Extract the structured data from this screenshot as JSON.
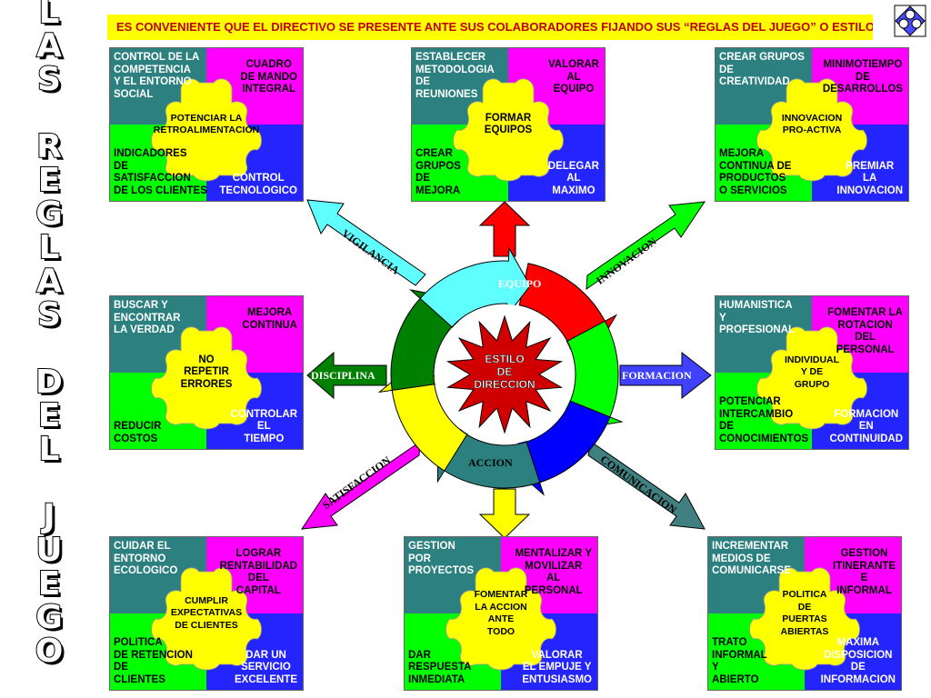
{
  "title_letters": [
    "L",
    "A",
    "S",
    "",
    "R",
    "E",
    "G",
    "L",
    "A",
    "S",
    "",
    "D",
    "E",
    "L",
    "",
    "J",
    "U",
    "E",
    "G",
    "O"
  ],
  "banner": "ES CONVENIENTE QUE EL DIRECTIVO SE PRESENTE ANTE SUS COLABORADORES FIJANDO SUS “REGLAS DEL JUEGO” O ESTILO DE DIRECCION",
  "colors": {
    "teal": "#2c8080",
    "magenta": "#ff00ff",
    "green": "#00ff00",
    "blue": "#2424ff",
    "yellow": "#ffff00",
    "red": "#ff0000",
    "cyan": "#60ffff",
    "dark_green": "#008000",
    "title_red": "#c00000"
  },
  "puzzles": [
    {
      "id": "vigilancia",
      "tl": "CONTROL DE LA\nCOMPETENCIA\nY EL ENTORNO\nSOCIAL",
      "tr": "CUADRO\nDE MANDO\nINTEGRAL",
      "bl": "INDICADORES\nDE\nSATISFACCION\nDE LOS CLIENTES",
      "br": "CONTROL\nTECNOLOGICO",
      "center": "POTENCIAR LA\nRETROALIMENTACION"
    },
    {
      "id": "equipo",
      "tl": "ESTABLECER\nMETODOLOGIA\nDE\nREUNIONES",
      "tr": "VALORAR\nAL\nEQUIPO",
      "bl": "CREAR\nGRUPOS\nDE\nMEJORA",
      "br": "DELEGAR\nAL\nMAXIMO",
      "center": "FORMAR\nEQUIPOS"
    },
    {
      "id": "innovacion",
      "tl": "CREAR GRUPOS\nDE\nCREATIVIDAD",
      "tr": "MINIMOTIEMPO\nDE\nDESARROLLOS",
      "bl": "MEJORA\nCONTINUA DE\nPRODUCTOS\nO SERVICIOS",
      "br": "PREMIAR\nLA\nINNOVACION",
      "center": "INNOVACION\nPRO-ACTIVA"
    },
    {
      "id": "disciplina",
      "tl": "BUSCAR Y\nENCONTRAR\nLA VERDAD",
      "tr": "MEJORA\nCONTINUA",
      "bl": "REDUCIR\nCOSTOS",
      "br": "CONTROLAR\nEL\nTIEMPO",
      "center": "NO\nREPETIR\nERRORES"
    },
    {
      "id": "formacion",
      "tl": "HUMANISTICA\nY\nPROFESIONAL",
      "tr": "FOMENTAR LA\nROTACION\nDEL\nPERSONAL",
      "bl": "POTENCIAR\nINTERCAMBIO\nDE\nCONOCIMIENTOS",
      "br": "FORMACION\nEN\nCONTINUIDAD",
      "center": "INDIVIDUAL\nY DE\nGRUPO"
    },
    {
      "id": "satisfaccion",
      "tl": "CUIDAR EL\nENTORNO\nECOLOGICO",
      "tr": "LOGRAR\nRENTABILIDAD\nDEL\nCAPITAL",
      "bl": "POLITICA\nDE RETENCION\nDE\nCLIENTES",
      "br": "DAR UN\nSERVICIO\nEXCELENTE",
      "center": "CUMPLIR\nEXPECTATIVAS\nDE CLIENTES"
    },
    {
      "id": "accion",
      "tl": "GESTION\nPOR\nPROYECTOS",
      "tr": "MENTALIZAR Y\nMOVILIZAR\nAL\nPERSONAL",
      "bl": "DAR\nRESPUESTA\nINMEDIATA",
      "br": "VALORAR\nEL EMPUJE Y\nENTUSIASMO",
      "center": "FOMENTAR\nLA ACCION\nANTE\nTODO"
    },
    {
      "id": "comunicacion",
      "tl": "INCREMENTAR\nMEDIOS DE\nCOMUNICARSE",
      "tr": "GESTION\nITINERANTE\nE\nINFORMAL",
      "bl": "TRATO\nINFORMAL\nY\nABIERTO",
      "br": "MAXIMA\nDISPOSICION\nDE\nINFORMACION",
      "center": "POLITICA\nDE\nPUERTAS\nABIERTAS"
    }
  ],
  "center": {
    "label": "ESTILO\nDE\nDIRECCION"
  },
  "ring_labels": {
    "equipo": "EQUIPO",
    "accion": "ACCION"
  },
  "arrows": {
    "vigilancia": "VIGILANCIA",
    "innovacion": "INNOVACION",
    "disciplina": "DISCIPLINA",
    "formacion": "FORMACION",
    "satisfaccion": "SATISFACCION",
    "comunicacion": "COMUNICACION"
  }
}
